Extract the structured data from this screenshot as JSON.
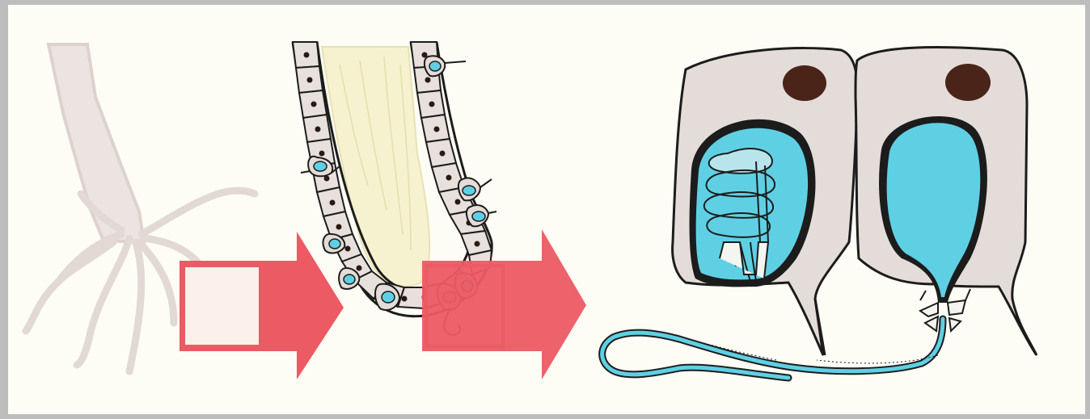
{
  "diagram": {
    "colors": {
      "paper": "#fdfdf6",
      "accent_red": "#ec5a63",
      "capsule_blue": "#5fd0e4",
      "cell_fill": "#e4dcd8",
      "outline": "#1c1c1c",
      "nucleus": "#4a2418",
      "hydra_ghost": "#e8e0dc"
    },
    "panels": [
      {
        "name": "hydra-organism"
      },
      {
        "name": "tentacle-cross-section"
      },
      {
        "name": "cnidocyte-cells"
      }
    ],
    "arrows": [
      {
        "name": "zoom-arrow-1"
      },
      {
        "name": "zoom-arrow-2"
      }
    ],
    "cells": [
      {
        "name": "cnidocyte-undischarged"
      },
      {
        "name": "cnidocyte-discharged"
      }
    ]
  }
}
